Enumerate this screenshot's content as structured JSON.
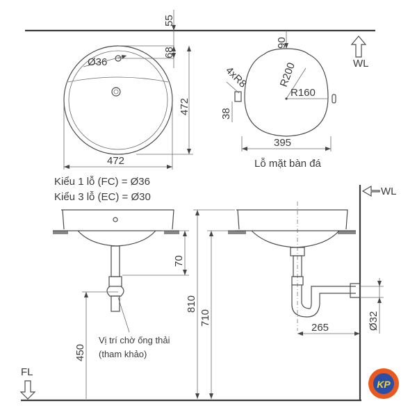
{
  "dimensions": {
    "top_gap": "55",
    "hole_offset": "68",
    "hole_dia": "Ø36",
    "bowl_depth_outer": "472",
    "bowl_width": "472",
    "edge_90": "90",
    "radius_200": "R200",
    "radius_160": "R160",
    "corner_radius": "4xR8",
    "side_38": "38",
    "cutout_width": "395",
    "height_70": "70",
    "height_810": "810",
    "height_710": "710",
    "height_450": "450",
    "trap_265": "265",
    "pipe_dia": "Ø32"
  },
  "labels": {
    "wl_top": "WL",
    "wl_side": "WL",
    "fl": "FL",
    "cutout_caption": "Lỗ mặt bàn đá",
    "model_line1": "Kiểu 1 lỗ (FC) = Ø36",
    "model_line2": "Kiểu 3 lỗ (EC) = Ø30",
    "drain_note_line1": "Vị trí chờ ống thải",
    "drain_note_line2": "(tham khảo)"
  },
  "logo": {
    "text": "KP",
    "ring_color": "#e85a1e",
    "inner_color": "#2a4fa8",
    "text_color": "#ffd21e"
  }
}
